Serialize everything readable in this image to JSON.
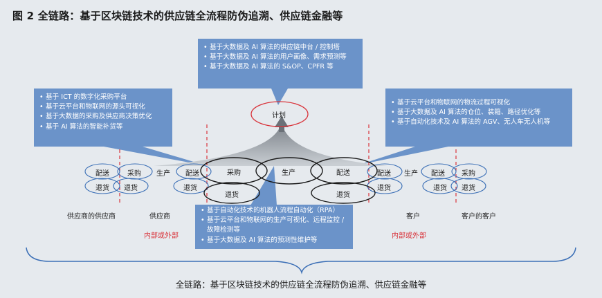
{
  "title": "图 2  全链路：基于区块链技术的供应链全流程防伪追溯、供应链金融等",
  "callouts": {
    "top": [
      "基于大数据及 AI 算法的供应链中台 / 控制塔",
      "基于大数据及 AI 算法的用户画像、需求预测等",
      "基于大数据及 AI 算法的 S&OP、CPFR 等"
    ],
    "left": [
      "基于 ICT 的数字化采购平台",
      "基于云平台和物联网的源头可视化",
      "基于大数据的采购及供应商决策优化",
      "基于 AI 算法的智能补货等"
    ],
    "right": [
      "基于云平台和物联网的物流过程可视化",
      "基于大数据及 AI 算法的仓位、装箱、路径优化等",
      "基于自动化技术及 AI 算法的 AGV、无人车无人机等"
    ],
    "bottom": [
      "基于自动化技术的机器人流程自动化（RPA）",
      "基于云平台和物联网的生产可视化、远程监控 / 故障检测等",
      "基于大数据及 AI 算法的预测性维护等"
    ]
  },
  "plan": "计划",
  "nodes": {
    "deliver": "配送",
    "purchase": "采购",
    "produce": "生产",
    "return": "退货"
  },
  "parties": {
    "supplier_supplier": "供应商的供应商",
    "supplier": "供应商",
    "customer": "客户",
    "customer_customer": "客户的客户"
  },
  "internal_external": "内部或外部",
  "bottom_label": "全链路：基于区块链技术的供应链全流程防伪追溯、供应链金融等",
  "colors": {
    "callout_bg": "#6b93c9",
    "node_outline": "#3b6fb6",
    "plan_outline": "#d9333a",
    "dashed_line": "#d9333a",
    "background": "#e6eaee"
  }
}
